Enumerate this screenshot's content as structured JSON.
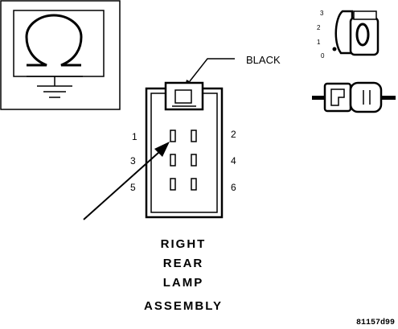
{
  "callout": {
    "wire_color": "BLACK"
  },
  "connector": {
    "pin_numbers": [
      "1",
      "2",
      "3",
      "4",
      "5",
      "6"
    ]
  },
  "title_lines": [
    "RIGHT",
    "REAR",
    "LAMP",
    "ASSEMBLY"
  ],
  "ignition_positions": [
    "3",
    "2",
    "1",
    "0"
  ],
  "figure_id": "81157d99"
}
